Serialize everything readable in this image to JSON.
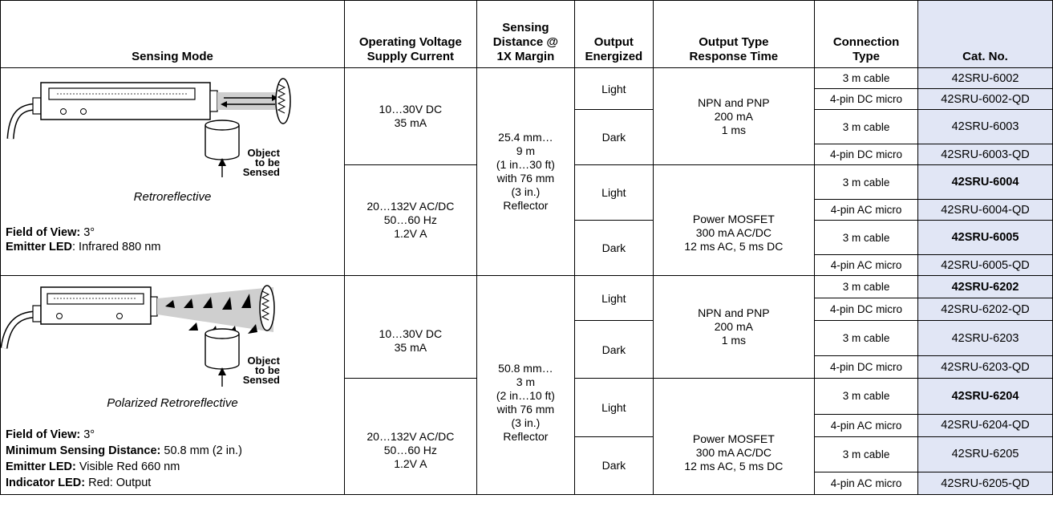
{
  "headers": {
    "sensing_mode": "Sensing Mode",
    "voltage": [
      "Operating Voltage",
      "Supply Current"
    ],
    "distance": [
      "Sensing",
      "Distance @",
      "1X Margin"
    ],
    "energized": [
      "Output",
      "Energized"
    ],
    "output_type": [
      "Output Type",
      "Response Time"
    ],
    "connection": [
      "Connection",
      "Type"
    ],
    "catno": "Cat. No."
  },
  "sections": [
    {
      "mode_name": "Retroreflective",
      "object_label": [
        "Object",
        "to be",
        "Sensed"
      ],
      "specs": [
        {
          "label": "Field of View:",
          "value": " 3°"
        },
        {
          "label": "Emitter LED",
          "value": ":    Infrared 880 nm"
        }
      ],
      "distance": [
        "25.4 mm…",
        "9 m",
        "(1 in…30 ft)",
        "with 76 mm",
        "(3 in.)",
        "Reflector"
      ],
      "groups": [
        {
          "voltage": [
            "10…30V DC",
            "35 mA"
          ],
          "output_type": [
            "NPN and PNP",
            "200 mA",
            "1 ms"
          ],
          "modes": [
            {
              "label": "Light",
              "rows": [
                {
                  "connection": "3 m cable",
                  "catno": "42SRU-6002",
                  "bold": false
                },
                {
                  "connection": "4-pin DC micro",
                  "catno": "42SRU-6002-QD",
                  "bold": false
                }
              ]
            },
            {
              "label": "Dark",
              "rows": [
                {
                  "connection": "3 m cable",
                  "catno": "42SRU-6003",
                  "bold": false
                },
                {
                  "connection": "4-pin DC micro",
                  "catno": "42SRU-6003-QD",
                  "bold": false
                }
              ]
            }
          ]
        },
        {
          "voltage": [
            "20…132V AC/DC",
            "50…60 Hz",
            "1.2V A"
          ],
          "output_type": [
            "Power MOSFET",
            "300 mA AC/DC",
            "12 ms AC, 5 ms DC"
          ],
          "modes": [
            {
              "label": "Light",
              "rows": [
                {
                  "connection": "3 m cable",
                  "catno": "42SRU-6004",
                  "bold": true
                },
                {
                  "connection": "4-pin AC micro",
                  "catno": "42SRU-6004-QD",
                  "bold": false
                }
              ]
            },
            {
              "label": "Dark",
              "rows": [
                {
                  "connection": "3 m cable",
                  "catno": "42SRU-6005",
                  "bold": true
                },
                {
                  "connection": "4-pin AC micro",
                  "catno": "42SRU-6005-QD",
                  "bold": false
                }
              ]
            }
          ]
        }
      ]
    },
    {
      "mode_name": "Polarized Retroreflective",
      "object_label": [
        "Object",
        "to be",
        "Sensed"
      ],
      "specs": [
        {
          "label": "Field of View:",
          "value": " 3°"
        },
        {
          "label": "Minimum Sensing Distance:",
          "value": "  50.8 mm (2 in.)"
        },
        {
          "label": "Emitter LED:",
          "value": "   Visible Red 660 nm"
        },
        {
          "label": "Indicator LED:",
          "value": " Red: Output"
        }
      ],
      "distance": [
        "50.8 mm…",
        "3 m",
        "(2 in…10 ft)",
        "with 76 mm",
        "(3 in.)",
        "Reflector"
      ],
      "groups": [
        {
          "voltage": [
            "10…30V DC",
            "35 mA"
          ],
          "output_type": [
            "NPN and PNP",
            "200 mA",
            "1 ms"
          ],
          "modes": [
            {
              "label": "Light",
              "rows": [
                {
                  "connection": "3 m cable",
                  "catno": "42SRU-6202",
                  "bold": true
                },
                {
                  "connection": "4-pin DC micro",
                  "catno": "42SRU-6202-QD",
                  "bold": false
                }
              ]
            },
            {
              "label": "Dark",
              "rows": [
                {
                  "connection": "3 m cable",
                  "catno": "42SRU-6203",
                  "bold": false
                },
                {
                  "connection": "4-pin DC micro",
                  "catno": "42SRU-6203-QD",
                  "bold": false
                }
              ]
            }
          ]
        },
        {
          "voltage": [
            "20…132V AC/DC",
            "50…60 Hz",
            "1.2V A"
          ],
          "output_type": [
            "Power MOSFET",
            "300 mA AC/DC",
            "12 ms AC, 5 ms DC"
          ],
          "modes": [
            {
              "label": "Light",
              "rows": [
                {
                  "connection": "3 m cable",
                  "catno": "42SRU-6204",
                  "bold": true
                },
                {
                  "connection": "4-pin AC micro",
                  "catno": "42SRU-6204-QD",
                  "bold": false
                }
              ]
            },
            {
              "label": "Dark",
              "rows": [
                {
                  "connection": "3 m cable",
                  "catno": "42SRU-6205",
                  "bold": false
                },
                {
                  "connection": "4-pin AC micro",
                  "catno": "42SRU-6205-QD",
                  "bold": false
                }
              ]
            }
          ]
        }
      ]
    }
  ],
  "colors": {
    "catno_bg": "#e1e6f5"
  }
}
